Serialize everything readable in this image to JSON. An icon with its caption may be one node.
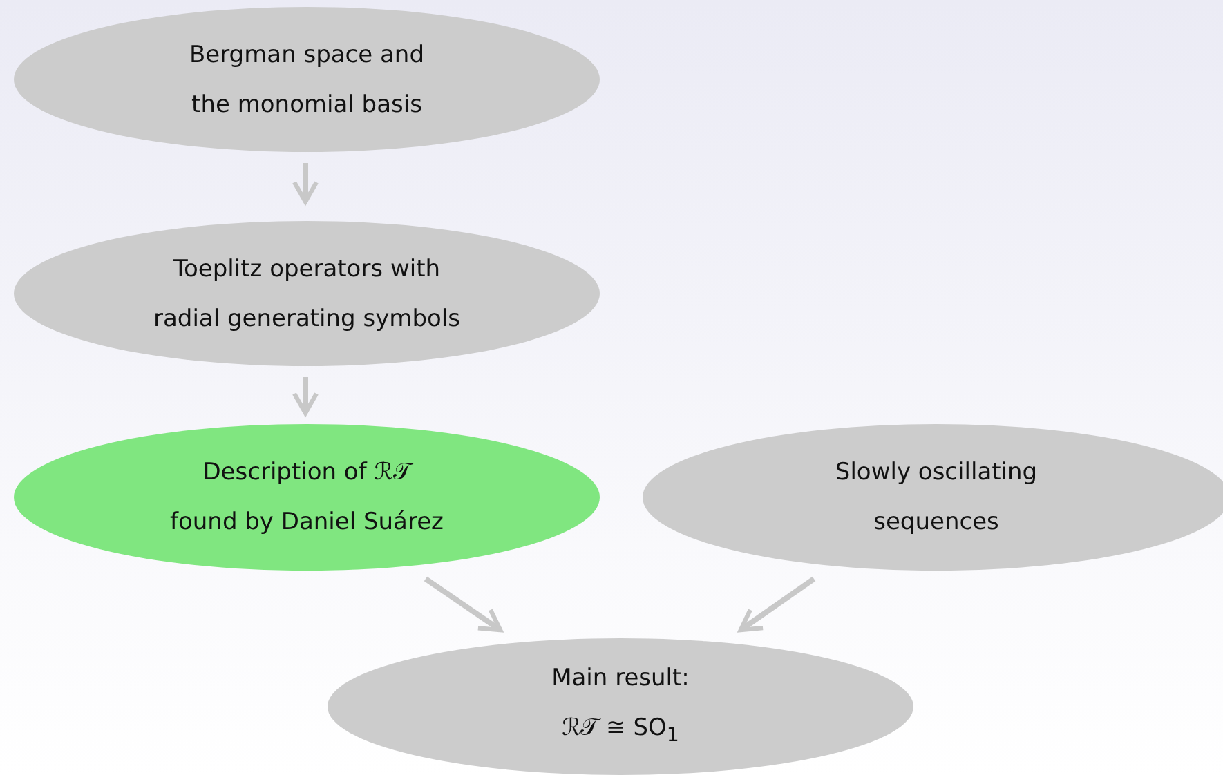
{
  "diagram": {
    "nodes": [
      {
        "text": [
          "Bergman space and the monomial basis"
        ]
      },
      {
        "text": [
          "Toeplitz operators with radial generating symbols"
        ]
      },
      {
        "text": [
          "Description of ℛ𝒯 found by Daniel Suárez"
        ]
      },
      {
        "text": [
          "Slowly oscillating sequences"
        ]
      },
      {
        "text": [
          "Main result: ℛ𝒯 ≅ SO$_{1}$"
        ]
      }
    ],
    "edges": [
      {
        "from": 0,
        "to": 1,
        "arrow": "to"
      },
      {
        "from": 1,
        "to": 2,
        "arrow": "to"
      },
      {
        "from": 2,
        "to": 4,
        "arrow": "to"
      },
      {
        "from": 3,
        "to": 4,
        "arrow": "to"
      }
    ]
  }
}
